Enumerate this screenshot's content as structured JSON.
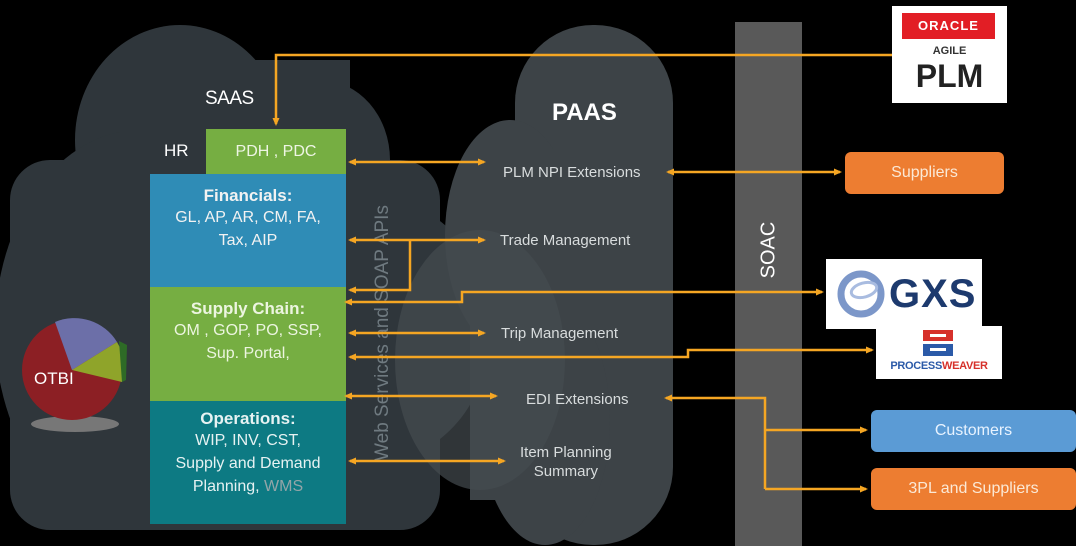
{
  "saas": {
    "title": "SAAS",
    "hr_label": "HR",
    "pdh_label": "PDH , PDC",
    "modules": [
      {
        "heading": "Financials:",
        "lines": [
          "GL, AP, AR, CM, FA,",
          "Tax, AIP"
        ]
      },
      {
        "heading": "Supply Chain:",
        "lines": [
          "OM , GOP, PO, SSP,",
          "Sup. Portal,"
        ]
      },
      {
        "heading": "Operations:",
        "lines": [
          "WIP, INV, CST,",
          "Supply and Demand",
          "Planning,"
        ],
        "extra": "WMS"
      }
    ],
    "otbi_label": "OTBI",
    "web_services_label": "Web Services and SOAP APIs"
  },
  "paas": {
    "title": "PAAS",
    "items": [
      "PLM NPI Extensions",
      "Trade Management",
      "Trip Management",
      "EDI Extensions",
      "Item Planning Summary"
    ],
    "item_planning_lines": [
      "Item Planning",
      "Summary"
    ]
  },
  "soac": {
    "label": "SOAC"
  },
  "external": {
    "suppliers": "Suppliers",
    "customers": "Customers",
    "threepl": "3PL and Suppliers"
  },
  "logos": {
    "oracle_brand": "ORACLE",
    "oracle_sub": "AGILE",
    "oracle_product": "PLM",
    "gxs": "GXS",
    "processweaver_part1": "PROCESS",
    "processweaver_part2": "WEAVER"
  },
  "colors": {
    "connector": "#f5a623",
    "saas_cloud": "#2f363b",
    "paas_cloud": "#3d4347",
    "financials": "#2f8cb6",
    "supply_chain": "#76ae42",
    "operations": "#0d7a83",
    "soac_bar": "#595959",
    "orange_box": "#ed7d31",
    "blue_box": "#5b9bd5"
  }
}
